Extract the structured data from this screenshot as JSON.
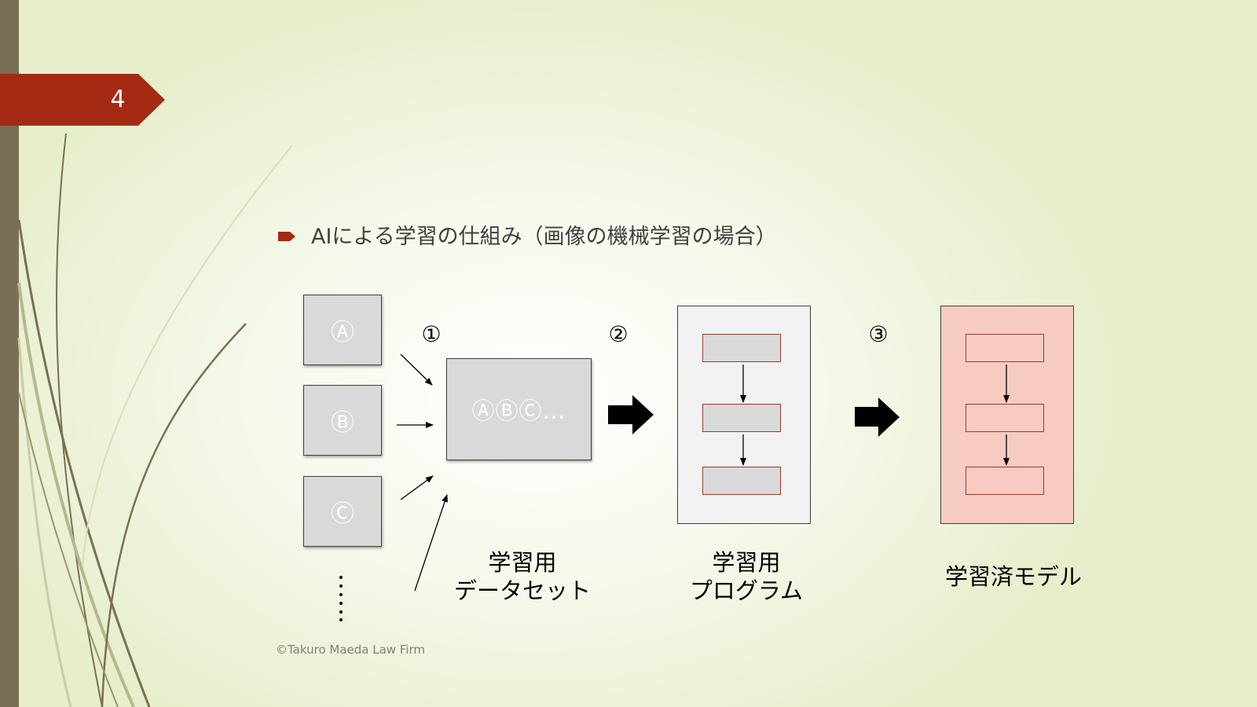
{
  "slide_number": "4",
  "heading": "AIによる学習の仕組み（画像の機械学習の場合）",
  "images": [
    {
      "label": "Ⓐ"
    },
    {
      "label": "Ⓑ"
    },
    {
      "label": "Ⓒ"
    }
  ],
  "dataset_box_text": "ⒶⒷⒸ…",
  "steps": [
    "①",
    "②",
    "③"
  ],
  "labels": {
    "dataset": [
      "学習用",
      "データセット"
    ],
    "program": [
      "学習用",
      "プログラム"
    ],
    "model": [
      "学習済モデル"
    ]
  },
  "footer": "©Takuro Maeda Law Firm",
  "colors": {
    "accent_red": "#a52a14",
    "left_bar": "#7a6f54",
    "model_fill": "#f8cbc2",
    "program_fill": "#f2f2f2",
    "box_gray": "#d9d9d9"
  }
}
